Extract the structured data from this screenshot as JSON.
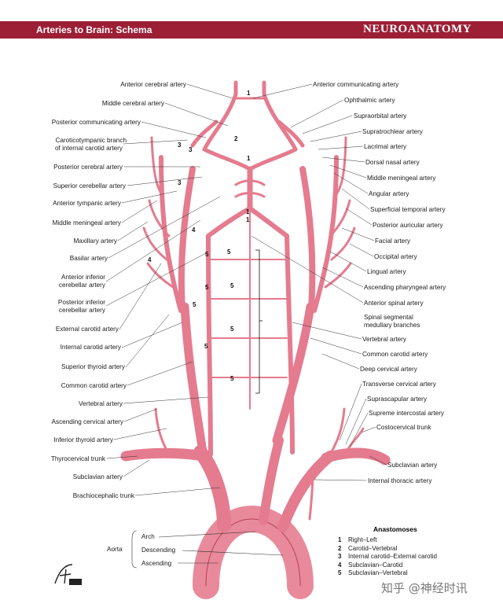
{
  "header": {
    "left_title": "Arteries to Brain: Schema",
    "right_title": "NEUROANATOMY"
  },
  "left_labels": [
    "Anterior cerebral artery",
    "Middle cerebral artery",
    "Posterior communicating artery",
    "Caroticotympanic branch",
    "of internal carotid artery",
    "Posterior cerebral artery",
    "Superior cerebellar artery",
    "Anterior tympanic artery",
    "Middle meningeal artery",
    "Maxillary artery",
    "Basilar artery",
    "Anterior inferior",
    "cerebellar artery",
    "Posterior inferior",
    "cerebellar artery",
    "External carotid artery",
    "Internal carotid artery",
    "Superior thyroid artery",
    "Common carotid artery",
    "Vertebral artery",
    "Ascending cervical artery",
    "Inferior thyroid artery",
    "Thyrocervical trunk",
    "Subclavian artery",
    "Brachiocephalic trunk"
  ],
  "right_labels": [
    "Anterior communicating artery",
    "Ophthalmic artery",
    "Supraorbital artery",
    "Supratrochlear artery",
    "Lacrimal artery",
    "Dorsal nasal artery",
    "Middle meningeal artery",
    "Angular artery",
    "Superficial temporal artery",
    "Posterior auricular artery",
    "Facial artery",
    "Occipital artery",
    "Lingual artery",
    "Ascending pharyngeal artery",
    "Anterior spinal artery",
    "Spinal segmental",
    "medullary branches",
    "Vertebral artery",
    "Common carotid artery",
    "Deep cervical artery",
    "Transverse cervical artery",
    "Suprascapular artery",
    "Supreme intercostal artery",
    "Costocervical trunk",
    "Subclavian artery",
    "Internal thoracic artery"
  ],
  "aorta": {
    "label": "Aorta",
    "parts": [
      "Arch",
      "Descending",
      "Ascending"
    ]
  },
  "anastomoses": {
    "title": "Anastomoses",
    "items": [
      {
        "num": "1",
        "text": "Right–Left"
      },
      {
        "num": "2",
        "text": "Carotid–Vertebral"
      },
      {
        "num": "3",
        "text": "Internal carotid–External carotid"
      },
      {
        "num": "4",
        "text": "Subclavian–Carotid"
      },
      {
        "num": "5",
        "text": "Subclavian–Vertebral"
      }
    ]
  },
  "diagram_numbers": [
    "1",
    "2",
    "3",
    "3",
    "3",
    "1",
    "1",
    "1",
    "4",
    "4",
    "5",
    "5",
    "5",
    "5",
    "5",
    "5",
    "5",
    "5"
  ],
  "watermark": "知乎 @神经时讯",
  "colors": {
    "header_bg": "#9c1f36",
    "artery": "#e8798c",
    "artery_dark": "#c94c63"
  }
}
